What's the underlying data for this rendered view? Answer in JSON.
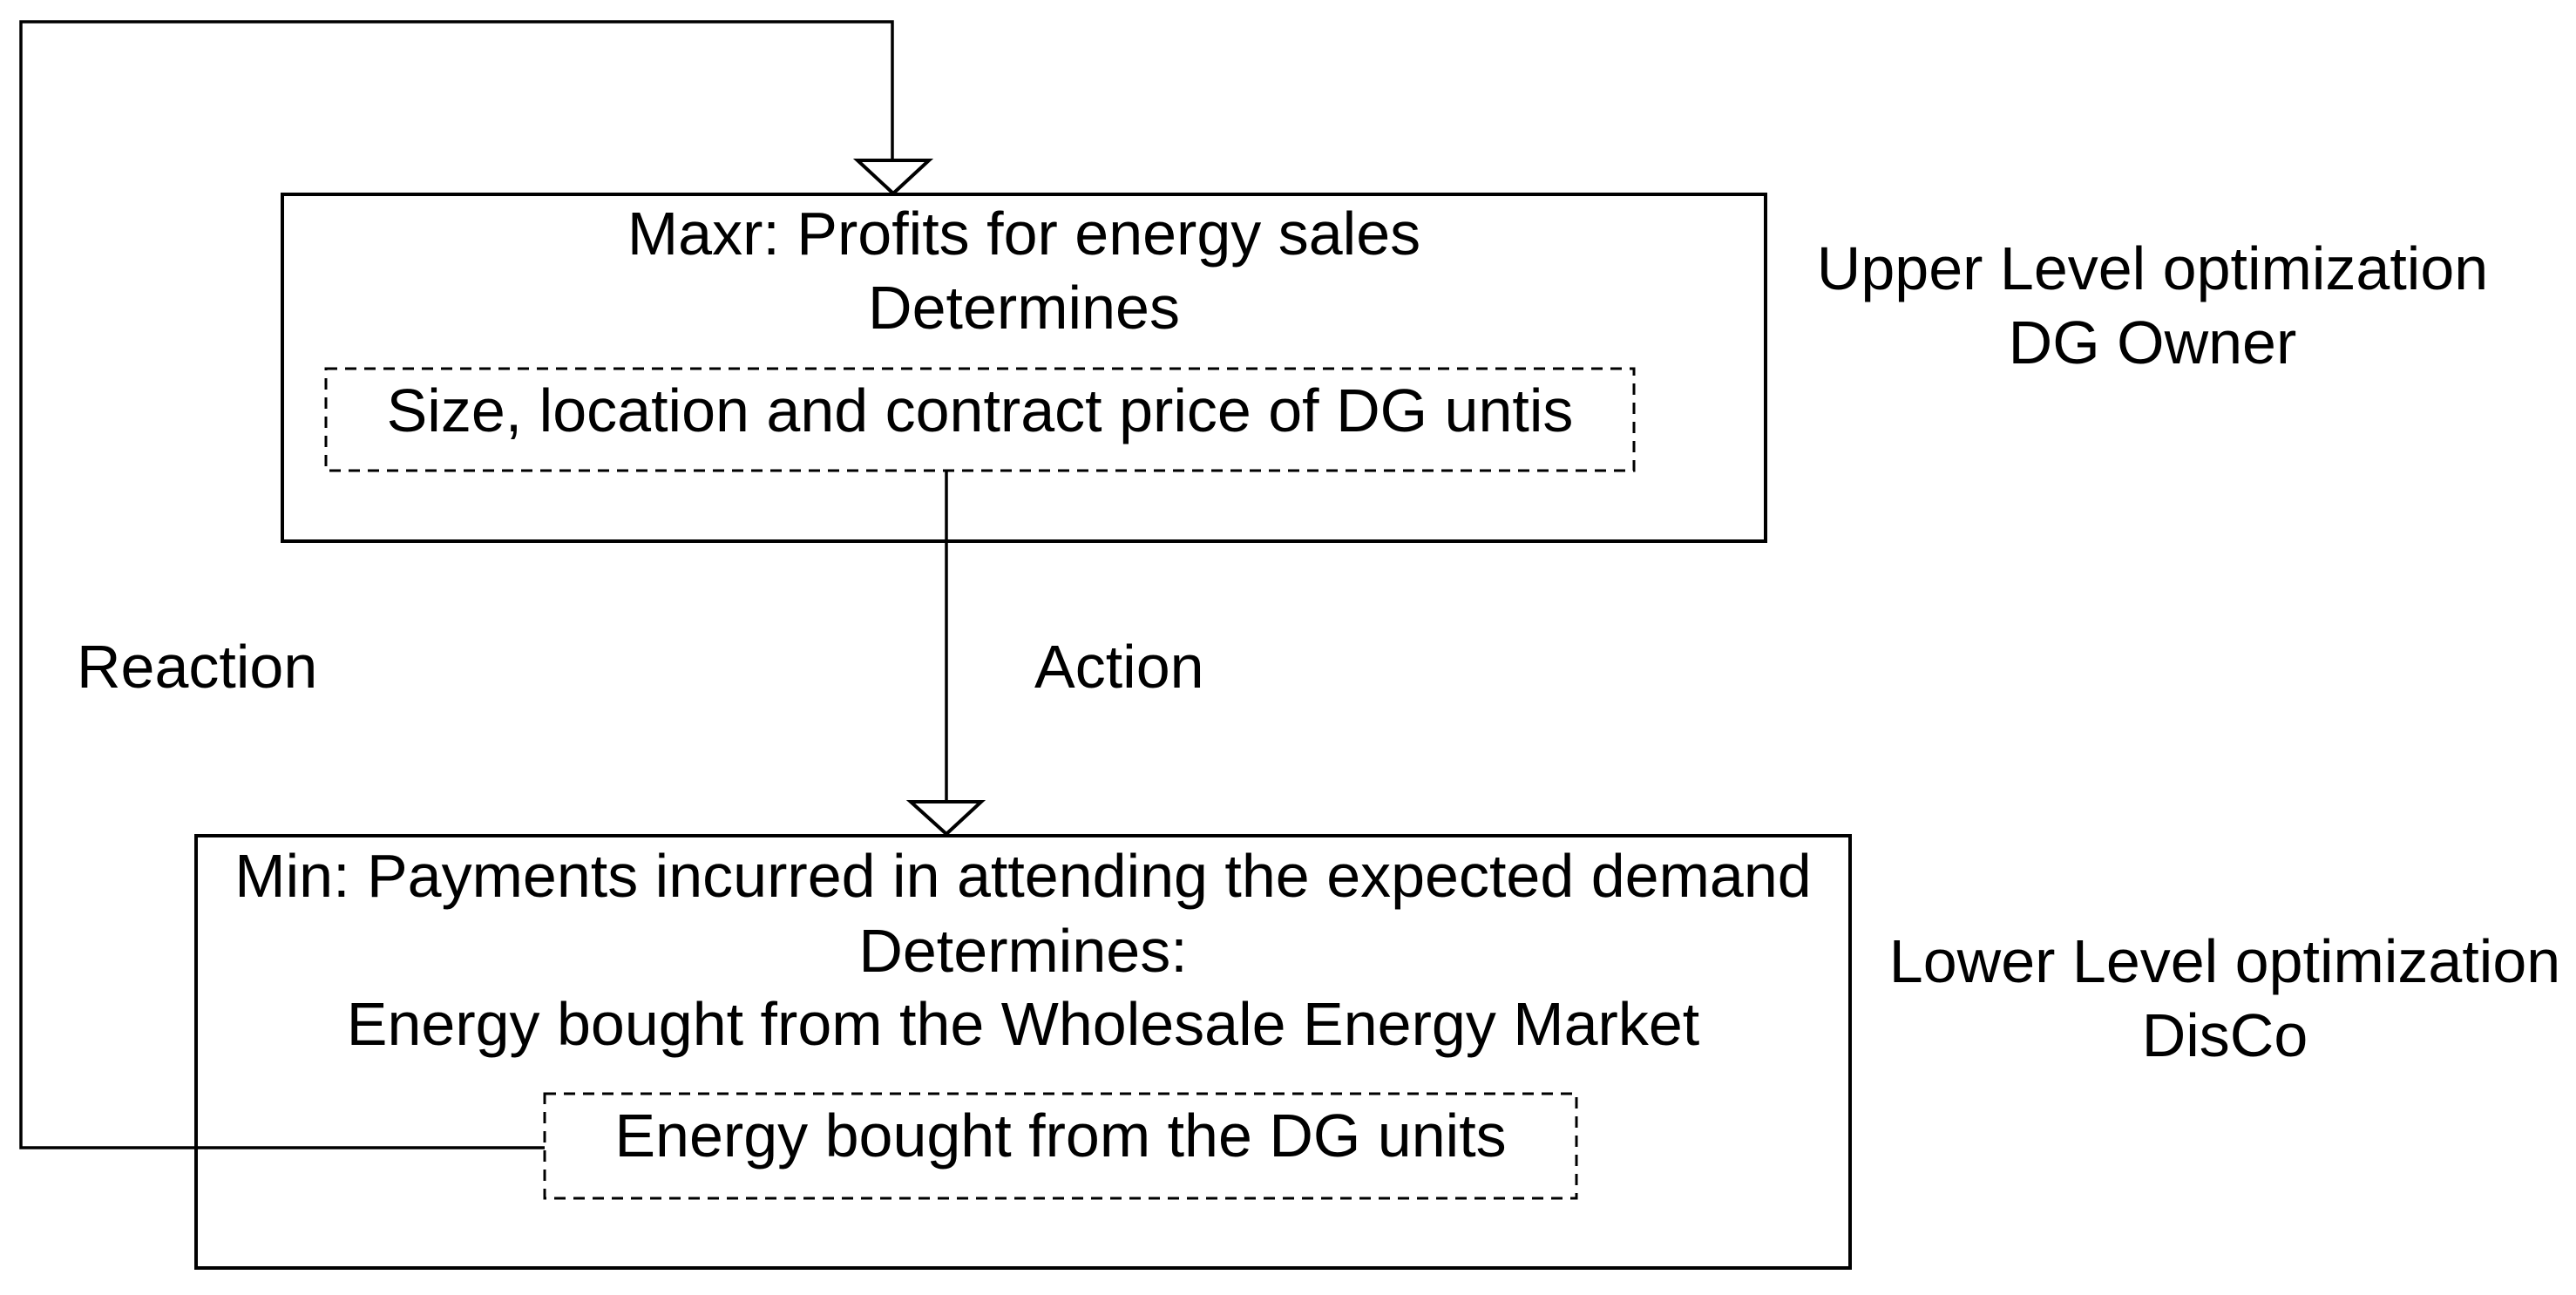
{
  "diagram": {
    "title_semantic": "Bilevel optimization structure diagram",
    "colors": {
      "line": "#000000",
      "text": "#000000",
      "background": "#ffffff"
    },
    "upper_box": {
      "line1": "Maxr: Profits for energy sales",
      "line2": "Determines",
      "dashed_text": "Size, location and contract price of DG untis"
    },
    "upper_label": {
      "line1": "Upper Level optimization",
      "line2": "DG Owner"
    },
    "edges": {
      "action_label": "Action",
      "reaction_label": "Reaction"
    },
    "lower_box": {
      "line1": "Min: Payments incurred in attending the expected demand",
      "line2": "Determines:",
      "line3": "Energy bought from the Wholesale Energy Market",
      "dashed_text": "Energy bought from the DG units"
    },
    "lower_label": {
      "line1": "Lower Level optimization",
      "line2": "DisCo"
    }
  }
}
